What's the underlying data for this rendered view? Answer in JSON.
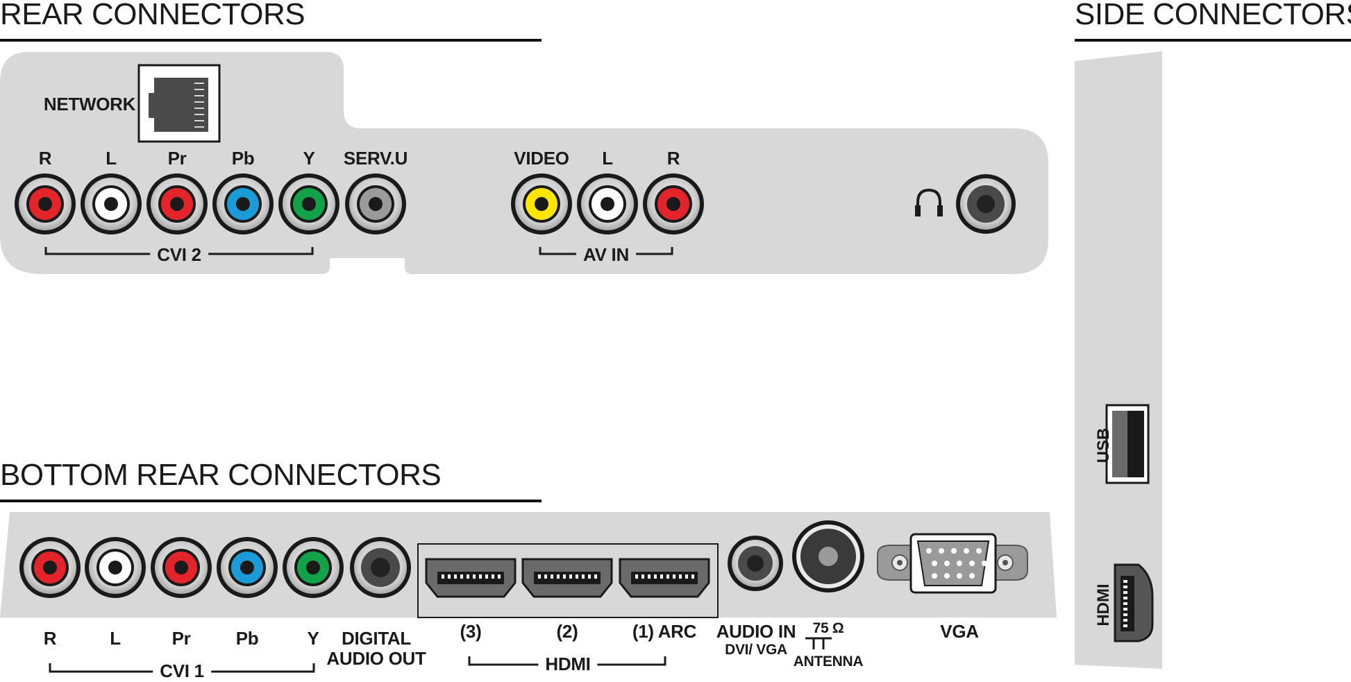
{
  "headings": {
    "rear": "REAR CONNECTORS",
    "side": "SIDE CONNECTORS",
    "bottom": "BOTTOM REAR CONNECTORS"
  },
  "rear": {
    "network_label": "NETWORK",
    "jacks": [
      {
        "label": "R",
        "color": "#e3242b"
      },
      {
        "label": "L",
        "color": "#ffffff"
      },
      {
        "label": "Pr",
        "color": "#e3242b"
      },
      {
        "label": "Pb",
        "color": "#1b9bd7"
      },
      {
        "label": "Y",
        "color": "#13a14a"
      },
      {
        "label": "SERV.U",
        "color": "#9a9a9a"
      }
    ],
    "cvi_group": "CVI 2",
    "av_jacks": [
      {
        "label": "VIDEO",
        "color": "#ffe600"
      },
      {
        "label": "L",
        "color": "#ffffff"
      },
      {
        "label": "R",
        "color": "#e3242b"
      }
    ],
    "av_group": "AV IN",
    "headphone_icon": "headphones-icon"
  },
  "bottom": {
    "jacks": [
      {
        "label": "R",
        "color": "#e3242b"
      },
      {
        "label": "L",
        "color": "#ffffff"
      },
      {
        "label": "Pr",
        "color": "#e3242b"
      },
      {
        "label": "Pb",
        "color": "#1b9bd7"
      },
      {
        "label": "Y",
        "color": "#13a14a"
      }
    ],
    "cvi_group": "CVI 1",
    "digital_audio_out_line1": "DIGITAL",
    "digital_audio_out_line2": "AUDIO OUT",
    "hdmi_labels": [
      "(3)",
      "(2)",
      "(1) ARC"
    ],
    "hdmi_group": "HDMI",
    "audio_in_line1": "AUDIO IN",
    "audio_in_line2": "DVI/ VGA",
    "antenna_line1": "75 Ω",
    "antenna_line2": "ANTENNA",
    "vga_label": "VGA"
  },
  "side": {
    "usb_label": "USB",
    "hdmi_label": "HDMI"
  },
  "colors": {
    "panel": "#d8d8d8",
    "jack_rim": "#1a1a1a"
  }
}
